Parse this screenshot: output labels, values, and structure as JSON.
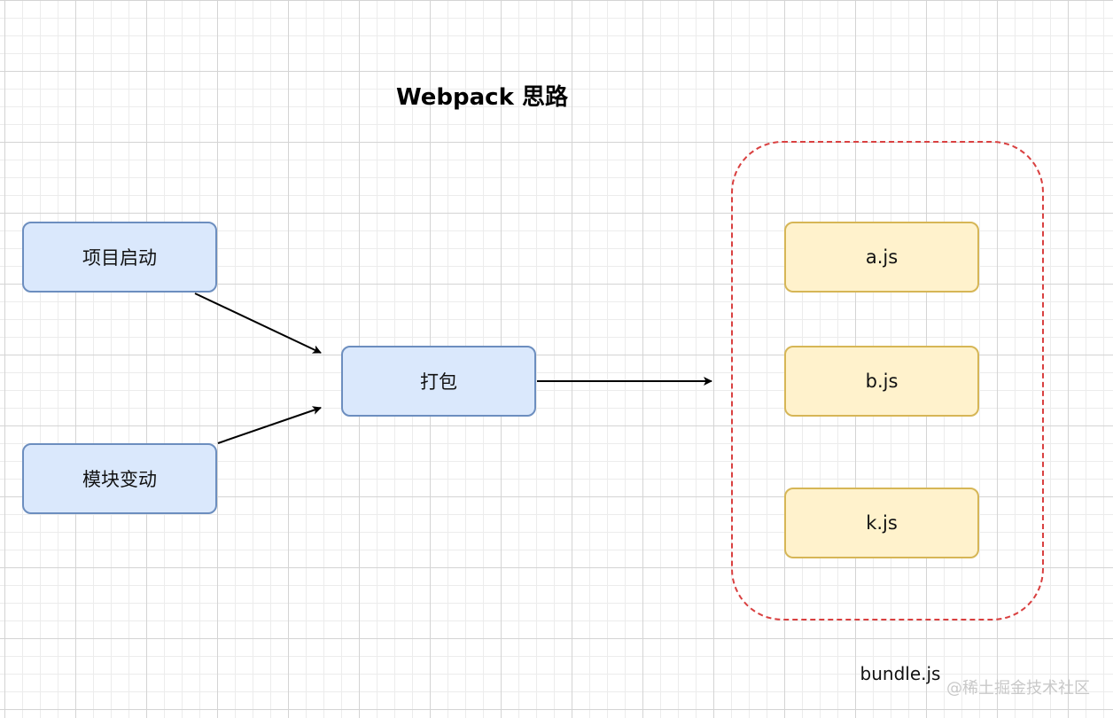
{
  "title": "Webpack 思路",
  "nodes": {
    "project_start": "项目启动",
    "module_change": "模块变动",
    "bundle_step": "打包",
    "file_a": "a.js",
    "file_b": "b.js",
    "file_k": "k.js"
  },
  "container": {
    "label": "bundle.js"
  },
  "watermark": "@稀土掘金技术社区",
  "colors": {
    "process_fill": "#dae8fc",
    "process_stroke": "#6c8ebf",
    "file_fill": "#fff2cc",
    "file_stroke": "#d6b656",
    "container_stroke": "#d94040"
  }
}
